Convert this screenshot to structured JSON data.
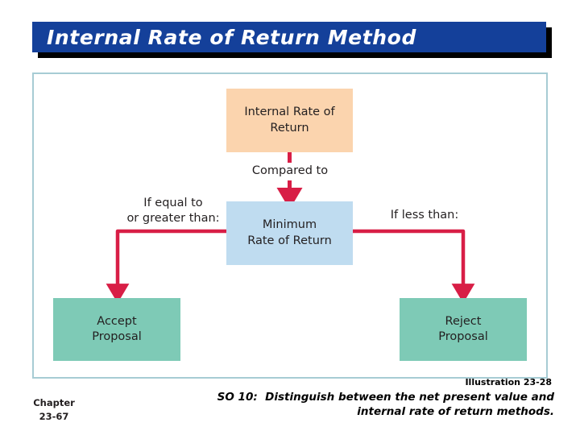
{
  "slide": {
    "title": "Internal Rate of Return Method"
  },
  "diagram": {
    "accent_color": "#d81e46",
    "nodes": {
      "irr": {
        "line1": "Internal Rate of",
        "line2": "Return",
        "color": "#fbd4ae"
      },
      "minimum": {
        "line1": "Minimum",
        "line2": "Rate of Return",
        "color": "#bfdcf0"
      },
      "accept": {
        "line1": "Accept",
        "line2": "Proposal",
        "color": "#7ecab6"
      },
      "reject": {
        "line1": "Reject",
        "line2": "Proposal",
        "color": "#7ecab6"
      }
    },
    "labels": {
      "compared_to": "Compared to",
      "if_equal_or_greater": {
        "line1": "If equal to",
        "line2": "or greater than:"
      },
      "if_less_than": "If less than:"
    }
  },
  "footer": {
    "illustration": "Illustration 23-28",
    "so_label": "SO 10:",
    "so_line1": "Distinguish between the net present value and",
    "so_line2": "internal rate of return methods.",
    "chapter_word": "Chapter",
    "chapter_number": "23-67"
  }
}
